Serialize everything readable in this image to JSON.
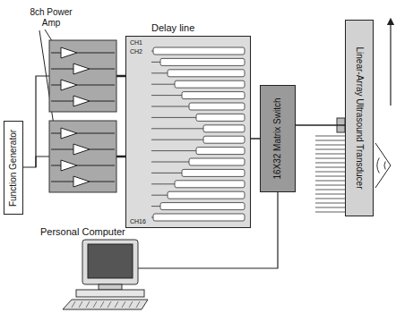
{
  "diagram": {
    "nodes": [
      {
        "text": [
          "Function Generator"
        ]
      },
      {
        "text": [
          "Delay line",
          "CH1",
          "CH2",
          "CH16"
        ]
      },
      {
        "text": [
          "16X32 Matrix Switch"
        ]
      },
      {
        "text": [
          "Linear-Array Ultrasound Transducer"
        ]
      }
    ],
    "edges": [
      {
        "from": 1,
        "to": 2,
        "arrow": "none"
      },
      {
        "from": 2,
        "to": 3,
        "arrow": "none"
      }
    ],
    "labels": [
      "8ch Power Amp",
      "Personal Computer"
    ]
  }
}
